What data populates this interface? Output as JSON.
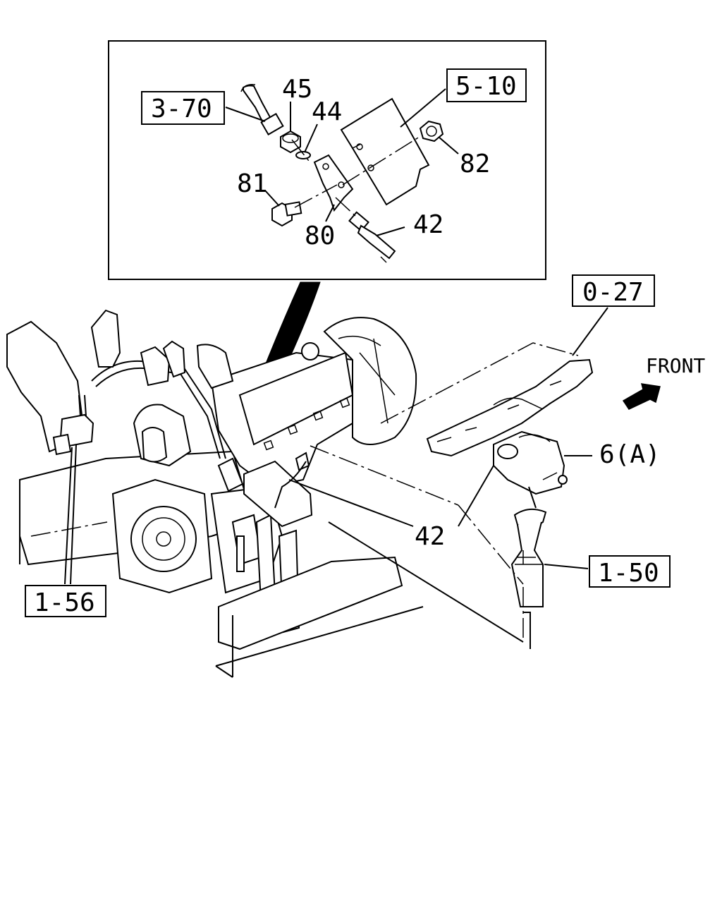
{
  "labels": {
    "ref_3_70": "3-70",
    "part_45": "45",
    "part_44": "44",
    "ref_5_10": "5-10",
    "part_82": "82",
    "part_81": "81",
    "part_80": "80",
    "part_42_detail": "42",
    "ref_0_27": "0-27",
    "front": "FRONT",
    "part_6a": "6(A)",
    "part_42_main": "42",
    "ref_1_50": "1-50",
    "ref_1_56": "1-56"
  },
  "icons": {
    "front_arrow": "front-arrow-icon"
  }
}
